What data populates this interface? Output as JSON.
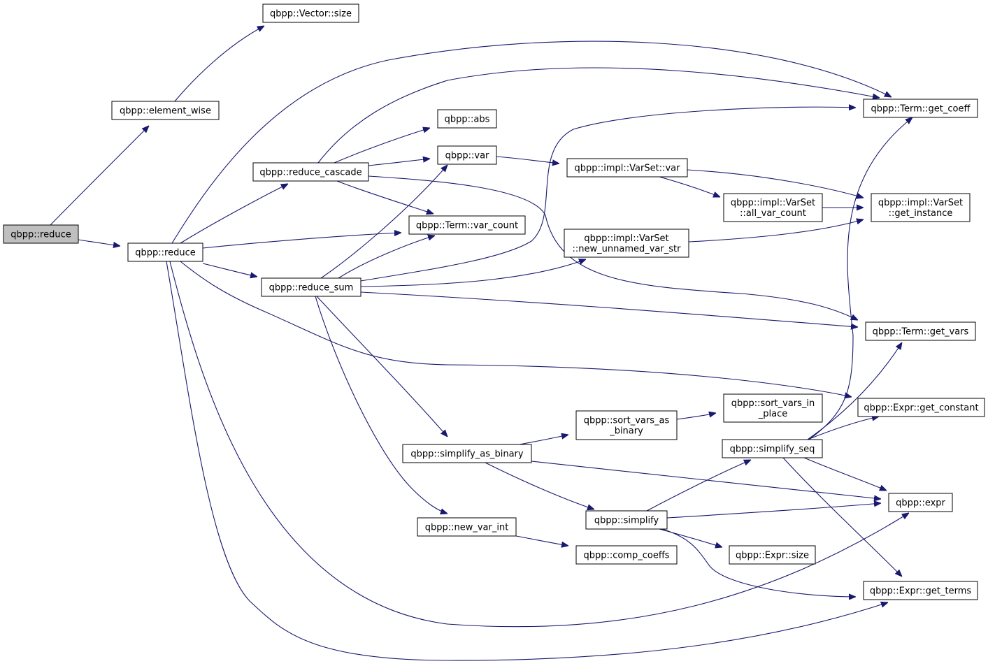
{
  "colors": {
    "edge": "#191970",
    "root_fill": "#bfbfbf",
    "node_fill": "#ffffff",
    "node_border": "#000000"
  },
  "nodes": [
    {
      "id": "reduce_root",
      "lines": [
        "qbpp::reduce"
      ],
      "root": true
    },
    {
      "id": "vector_size",
      "lines": [
        "qbpp::Vector::size"
      ]
    },
    {
      "id": "element_wise",
      "lines": [
        "qbpp::element_wise"
      ]
    },
    {
      "id": "reduce",
      "lines": [
        "qbpp::reduce"
      ]
    },
    {
      "id": "reduce_cascade",
      "lines": [
        "qbpp::reduce_cascade"
      ]
    },
    {
      "id": "reduce_sum",
      "lines": [
        "qbpp::reduce_sum"
      ]
    },
    {
      "id": "abs",
      "lines": [
        "qbpp::abs"
      ]
    },
    {
      "id": "var",
      "lines": [
        "qbpp::var"
      ]
    },
    {
      "id": "term_var_count",
      "lines": [
        "qbpp::Term::var_count"
      ]
    },
    {
      "id": "simplify_as_binary",
      "lines": [
        "qbpp::simplify_as_binary"
      ]
    },
    {
      "id": "new_var_int",
      "lines": [
        "qbpp::new_var_int"
      ]
    },
    {
      "id": "varset_var",
      "lines": [
        "qbpp::impl::VarSet::var"
      ]
    },
    {
      "id": "new_unnamed",
      "lines": [
        "qbpp::impl::VarSet",
        "::new_unnamed_var_str"
      ]
    },
    {
      "id": "sort_vars_as_binary",
      "lines": [
        "qbpp::sort_vars_as",
        "_binary"
      ]
    },
    {
      "id": "simplify",
      "lines": [
        "qbpp::simplify"
      ]
    },
    {
      "id": "comp_coeffs",
      "lines": [
        "qbpp::comp_coeffs"
      ]
    },
    {
      "id": "all_var_count",
      "lines": [
        "qbpp::impl::VarSet",
        "::all_var_count"
      ]
    },
    {
      "id": "sort_vars_in_place",
      "lines": [
        "qbpp::sort_vars_in",
        "_place"
      ]
    },
    {
      "id": "simplify_seq",
      "lines": [
        "qbpp::simplify_seq"
      ]
    },
    {
      "id": "expr_size",
      "lines": [
        "qbpp::Expr::size"
      ]
    },
    {
      "id": "term_get_coeff",
      "lines": [
        "qbpp::Term::get_coeff"
      ]
    },
    {
      "id": "get_instance",
      "lines": [
        "qbpp::impl::VarSet",
        "::get_instance"
      ]
    },
    {
      "id": "term_get_vars",
      "lines": [
        "qbpp::Term::get_vars"
      ]
    },
    {
      "id": "expr_get_constant",
      "lines": [
        "qbpp::Expr::get_constant"
      ]
    },
    {
      "id": "expr",
      "lines": [
        "qbpp::expr"
      ]
    },
    {
      "id": "expr_get_terms",
      "lines": [
        "qbpp::Expr::get_terms"
      ]
    }
  ],
  "edges": [
    [
      "reduce_root",
      "element_wise"
    ],
    [
      "reduce_root",
      "reduce"
    ],
    [
      "element_wise",
      "vector_size"
    ],
    [
      "reduce",
      "term_get_coeff"
    ],
    [
      "reduce",
      "reduce_cascade"
    ],
    [
      "reduce",
      "term_var_count"
    ],
    [
      "reduce",
      "reduce_sum"
    ],
    [
      "reduce",
      "expr_get_constant"
    ],
    [
      "reduce",
      "expr"
    ],
    [
      "reduce",
      "expr_get_terms"
    ],
    [
      "reduce_cascade",
      "term_get_coeff"
    ],
    [
      "reduce_cascade",
      "abs"
    ],
    [
      "reduce_cascade",
      "var"
    ],
    [
      "reduce_cascade",
      "term_var_count"
    ],
    [
      "reduce_cascade",
      "term_get_vars"
    ],
    [
      "reduce_sum",
      "var"
    ],
    [
      "reduce_sum",
      "term_var_count"
    ],
    [
      "reduce_sum",
      "term_get_coeff"
    ],
    [
      "reduce_sum",
      "new_unnamed"
    ],
    [
      "reduce_sum",
      "term_get_vars"
    ],
    [
      "reduce_sum",
      "simplify_as_binary"
    ],
    [
      "reduce_sum",
      "new_var_int"
    ],
    [
      "var",
      "varset_var"
    ],
    [
      "varset_var",
      "all_var_count"
    ],
    [
      "varset_var",
      "get_instance"
    ],
    [
      "all_var_count",
      "get_instance"
    ],
    [
      "new_unnamed",
      "get_instance"
    ],
    [
      "simplify_as_binary",
      "sort_vars_as_binary"
    ],
    [
      "simplify_as_binary",
      "expr"
    ],
    [
      "simplify_as_binary",
      "simplify"
    ],
    [
      "sort_vars_as_binary",
      "sort_vars_in_place"
    ],
    [
      "new_var_int",
      "comp_coeffs"
    ],
    [
      "simplify",
      "simplify_seq"
    ],
    [
      "simplify",
      "expr"
    ],
    [
      "simplify",
      "expr_size"
    ],
    [
      "simplify",
      "expr_get_terms"
    ],
    [
      "simplify_seq",
      "term_get_coeff"
    ],
    [
      "simplify_seq",
      "term_get_vars"
    ],
    [
      "simplify_seq",
      "expr_get_constant"
    ],
    [
      "simplify_seq",
      "expr"
    ],
    [
      "simplify_seq",
      "expr_get_terms"
    ]
  ]
}
